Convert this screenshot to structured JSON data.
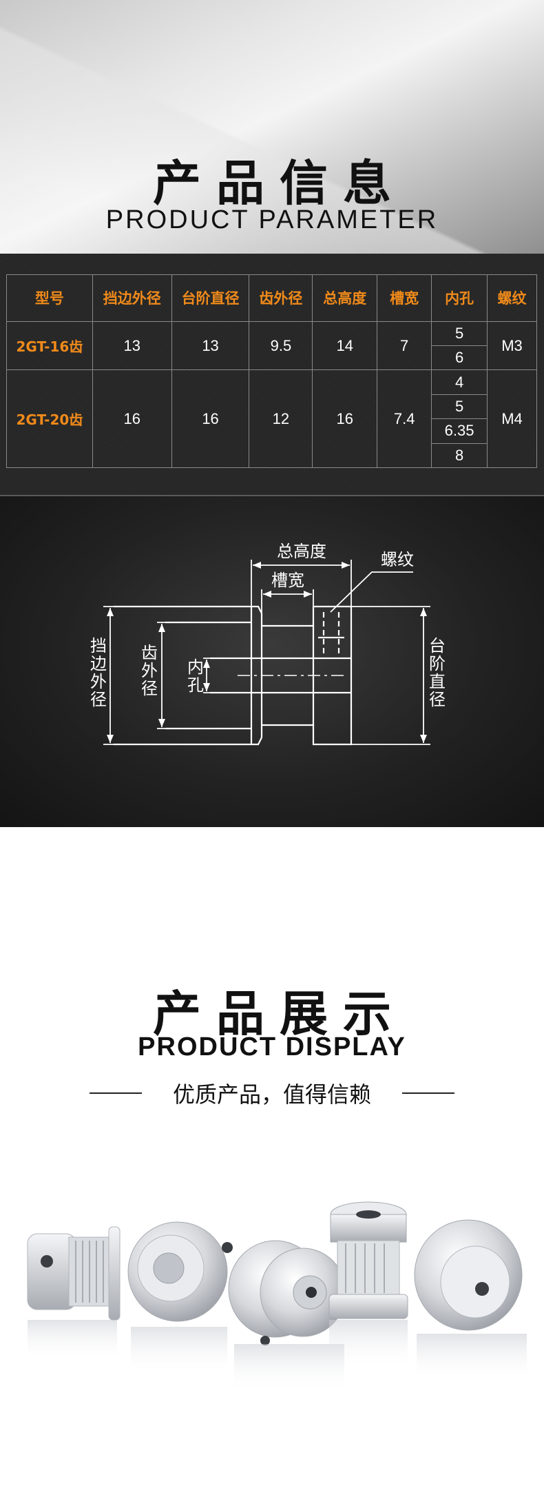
{
  "hero": {
    "title": "产品信息",
    "subtitle": "PRODUCT PARAMETER"
  },
  "table": {
    "headers": [
      "型号",
      "挡边外径",
      "台阶直径",
      "齿外径",
      "总高度",
      "槽宽",
      "内孔",
      "螺纹"
    ],
    "rows": [
      {
        "model": "2GT-16齿",
        "flange_od": "13",
        "step_d": "13",
        "tooth_od": "9.5",
        "height": "14",
        "slot_w": "7",
        "bores": [
          "5",
          "6"
        ],
        "thread": "M3"
      },
      {
        "model": "2GT-20齿",
        "flange_od": "16",
        "step_d": "16",
        "tooth_od": "12",
        "height": "16",
        "slot_w": "7.4",
        "bores": [
          "4",
          "5",
          "6.35",
          "8"
        ],
        "thread": "M4"
      }
    ]
  },
  "diagram": {
    "total_height": "总高度",
    "slot_width": "槽宽",
    "thread": "螺纹",
    "flange_od": [
      "挡",
      "边",
      "外",
      "径"
    ],
    "tooth_od": [
      "齿",
      "外",
      "径"
    ],
    "bore": [
      "内",
      "孔"
    ],
    "step_d": [
      "台",
      "阶",
      "直",
      "径"
    ]
  },
  "display": {
    "title": "产品展示",
    "subtitle": "PRODUCT DISPLAY",
    "tagline": "优质产品，值得信赖"
  },
  "colors": {
    "accent": "#f08a1a",
    "table_bg": "#2a2a2a",
    "text_dark": "#111111"
  }
}
